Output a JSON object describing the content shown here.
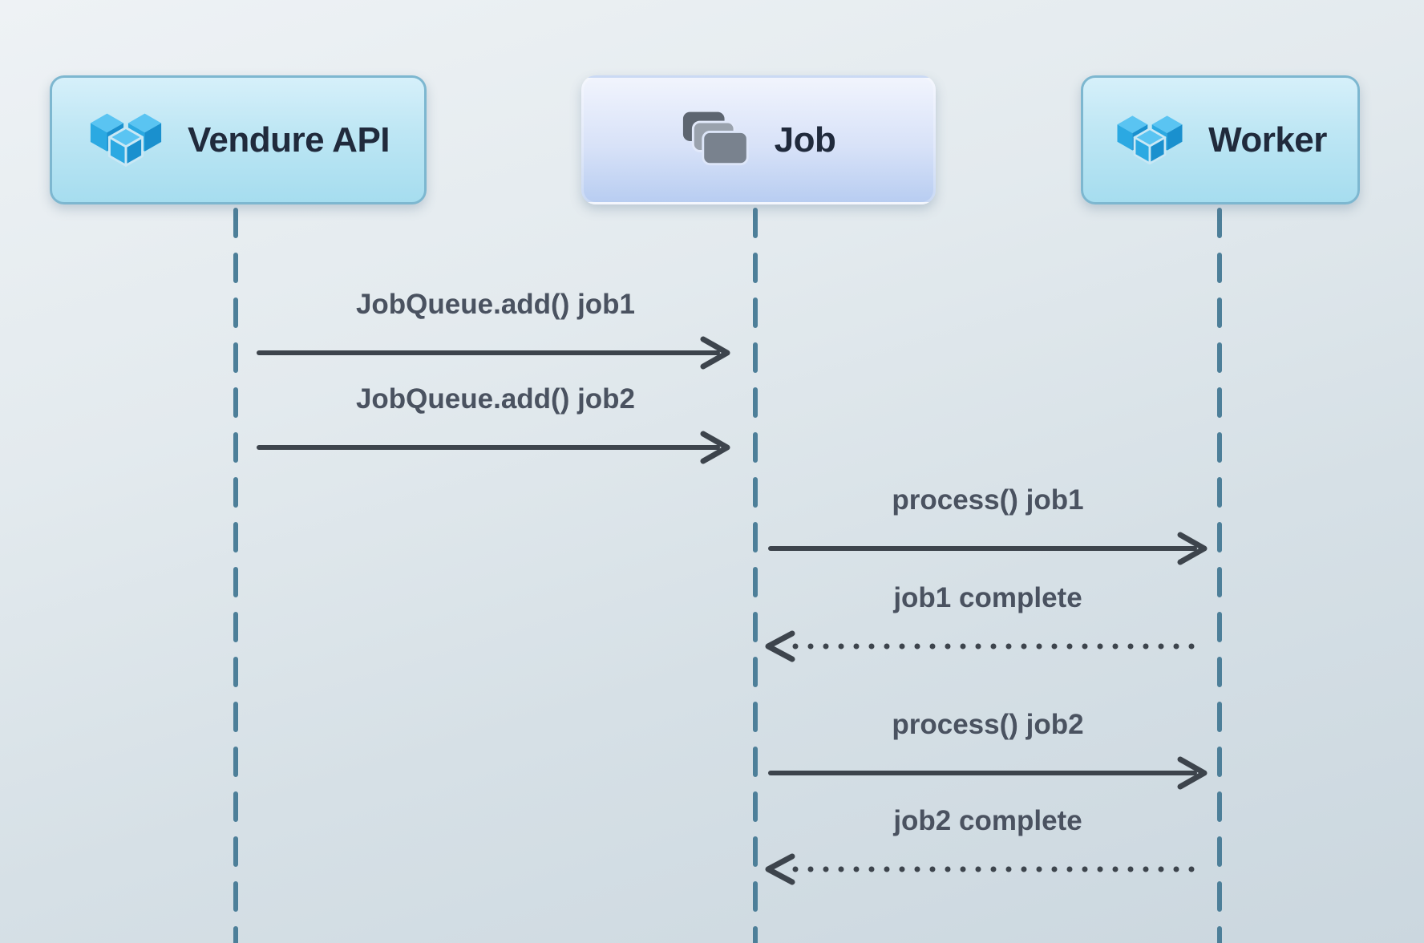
{
  "diagram": {
    "type": "sequence-diagram",
    "actors": [
      {
        "id": "vendure-api",
        "label": "Vendure API",
        "icon": "vendure-logo-icon"
      },
      {
        "id": "job",
        "label": "Job",
        "icon": "job-stack-icon"
      },
      {
        "id": "worker",
        "label": "Worker",
        "icon": "vendure-logo-icon"
      }
    ],
    "messages": [
      {
        "from": "Vendure API",
        "to": "Job",
        "label": "JobQueue.add() job1",
        "line": "solid",
        "direction": "right"
      },
      {
        "from": "Vendure API",
        "to": "Job",
        "label": "JobQueue.add() job2",
        "line": "solid",
        "direction": "right"
      },
      {
        "from": "Job",
        "to": "Worker",
        "label": "process() job1",
        "line": "solid",
        "direction": "right"
      },
      {
        "from": "Worker",
        "to": "Job",
        "label": "job1 complete",
        "line": "dotted",
        "direction": "left"
      },
      {
        "from": "Job",
        "to": "Worker",
        "label": "process() job2",
        "line": "solid",
        "direction": "right"
      },
      {
        "from": "Worker",
        "to": "Job",
        "label": "job2 complete",
        "line": "dotted",
        "direction": "left"
      }
    ],
    "colors": {
      "lifeline": "#4d7f99",
      "arrow": "#3d444c",
      "message_text": "#4a5260",
      "actor_text": "#202a3c",
      "cyan_box_border": "#7db7d0",
      "vendure_blue_top": "#5ac4f2",
      "vendure_blue_left": "#2ba9e2",
      "vendure_blue_right": "#1a90ce",
      "job_icon_gray": "#79828e"
    }
  }
}
